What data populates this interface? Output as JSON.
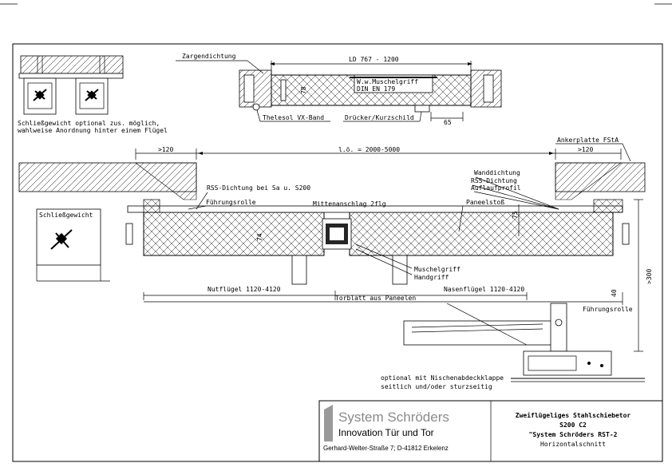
{
  "top_detail": {
    "ld_dim": "LD 767 - 1200",
    "zargendichtung": "Zargendichtung",
    "muschelgriff": "W.w.Muschelgriff",
    "din": "DIN EN 179",
    "thelesol": "Thelesol VX-Band",
    "druecker": "Drücker/Kurzschild",
    "dim_65": "65",
    "dim_78": "78"
  },
  "left_note": {
    "line1": "Schließgewicht optional zus. möglich,",
    "line2": "wahlweise Anordnung hinter einem Flügel",
    "box_label": "Schließgewicht"
  },
  "plan": {
    "dim_120_left": ">120",
    "dim_lo": "l.ö. = 2000-5000",
    "dim_120_right": ">120",
    "ankerplatte": "Ankerplatte FStA",
    "rss_dichtung_left": "RSS-Dichtung bei Sa u. S200",
    "fuehrungsrolle_left": "Führungsrolle",
    "mittenanschlag": "Mittenanschlag 2flg",
    "paneelstoss": "Paneelstoß",
    "wanddichtung": "Wanddichtung",
    "rss_dichtung_right": "RSS-Dichtung",
    "auflaufprofil": "Auflaufprofil",
    "dim_75": "75",
    "dim_74": "74",
    "muschelgriff": "Muschelgriff",
    "handgriff": "Handgriff",
    "nutfluegel": "Nutflügel 1120-4120",
    "nasenfluegel": "Nasenflügel 1120-4120",
    "torblatt": "Torblatt aus Paneelen",
    "fuehrungsrolle_right": "Führungsrolle",
    "dim_300": ">300",
    "dim_40": "40",
    "optional_line1": "optional mit Nischenabdeckklappe",
    "optional_line2": "seitlich und/oder sturzseitig"
  },
  "title_block": {
    "company": "System Schröders",
    "tagline": "Innovation Tür und Tor",
    "address": "Gerhard-Welter-Straße 7;  D-41812 Erkelenz",
    "title1": "Zweiflügeliges Stahlschiebetor",
    "title2": "S200 C2",
    "title3": "\"System Schröders RST-2",
    "title4": "Horizontalschnitt"
  }
}
